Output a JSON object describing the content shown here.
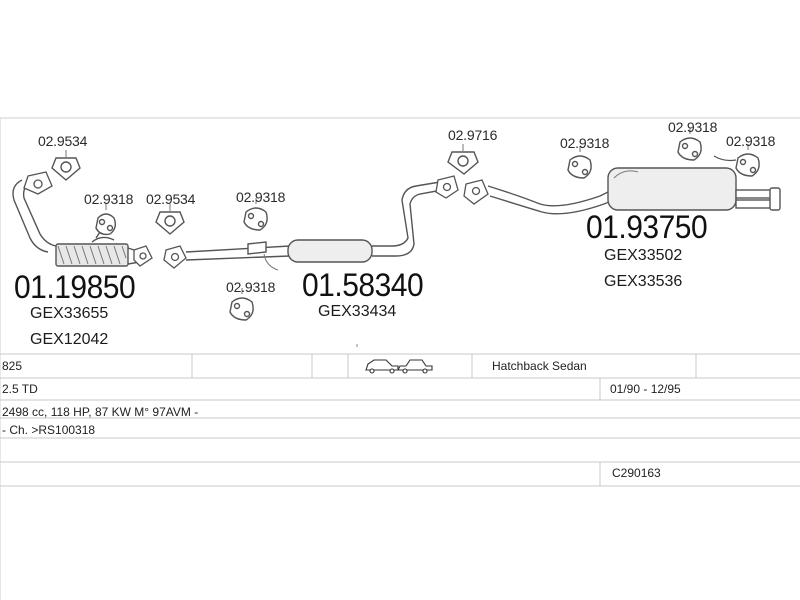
{
  "parts": {
    "front_pipe": {
      "number": "01.19850",
      "refs": [
        "GEX33655",
        "GEX12042"
      ]
    },
    "middle_silencer": {
      "number": "01.58340",
      "refs": [
        "GEX33434"
      ]
    },
    "rear_silencer": {
      "number": "01.93750",
      "refs": [
        "GEX33502",
        "GEX33536"
      ]
    }
  },
  "fittings": {
    "gasket_front_top": "02.9534",
    "hanger_front": "02.9318",
    "gasket_front_mid": "02.9534",
    "hanger_mid_upper": "02.9318",
    "hanger_mid_lower": "02.9318",
    "gasket_rear": "02.9716",
    "hanger_rear_1": "02.9318",
    "hanger_rear_2": "02.9318",
    "hanger_rear_3": "02.9318"
  },
  "table": {
    "model": "825",
    "body_types": "Hatchback Sedan",
    "engine": "2.5 TD",
    "period": "01/90 - 12/95",
    "spec": "2498 cc, 118 HP, 87 KW M° 97AVM -",
    "chassis": "- Ch. >RS100318",
    "code": "C290163"
  },
  "colors": {
    "line": "#555555",
    "grid": "#c8c8c8",
    "text": "#1a1a1a"
  }
}
